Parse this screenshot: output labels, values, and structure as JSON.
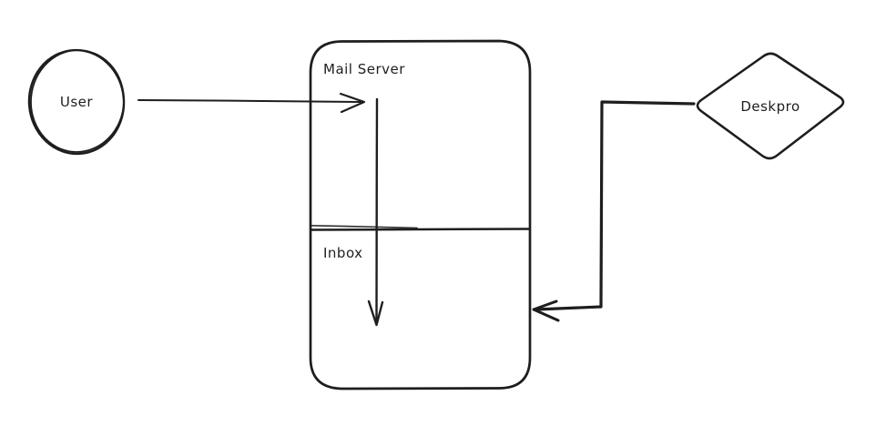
{
  "diagram": {
    "background_color": "#ffffff",
    "stroke_color": "#1e1e1e",
    "style": "hand-drawn",
    "nodes": {
      "user": {
        "shape": "ellipse",
        "label": "User"
      },
      "mail_server": {
        "shape": "rounded-rectangle",
        "label": "Mail Server"
      },
      "inbox": {
        "shape": "section-of-mail-server",
        "label": "Inbox"
      },
      "deskpro": {
        "shape": "diamond",
        "label": "Deskpro"
      }
    },
    "edges": [
      {
        "from": "user",
        "to": "mail_server",
        "type": "straight-arrow",
        "direction": "right"
      },
      {
        "from": "mail_server",
        "to": "inbox",
        "type": "straight-arrow",
        "direction": "down"
      },
      {
        "from": "deskpro",
        "to": "mail_server",
        "type": "elbow-arrow",
        "direction": "left-down-left"
      }
    ]
  }
}
